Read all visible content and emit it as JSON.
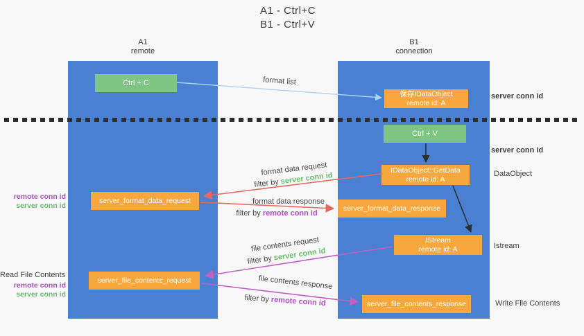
{
  "title": {
    "line1": "A1 - Ctrl+C",
    "line2": "B1 - Ctrl+V"
  },
  "lanes": {
    "a1": {
      "name": "A1",
      "role": "remote"
    },
    "b1": {
      "name": "B1",
      "role": "connection"
    }
  },
  "nodes": {
    "ctrl_c": {
      "label": "Ctrl + C"
    },
    "save_idataobject": {
      "line1": "保存IDataObject",
      "line2": "remote id: A"
    },
    "ctrl_v": {
      "label": "Ctrl + V"
    },
    "getdata": {
      "line1": "IDataObject::GetData",
      "line2": "remote id: A"
    },
    "format_request": {
      "label": "server_format_data_request"
    },
    "format_response": {
      "label": "server_format_data_response"
    },
    "istream": {
      "line1": "IStream",
      "line2": "remote id: A"
    },
    "file_request": {
      "label": "server_file_contents_request"
    },
    "file_response": {
      "label": "server_file_contents_response"
    }
  },
  "edge_labels": {
    "format_list": "format list",
    "format_data_request": "format data request",
    "format_data_response": "format data response",
    "file_contents_request": "file contents request",
    "file_contents_response": "file contents response",
    "filter_by": "filter by",
    "server_conn_id": "server conn id",
    "remote_conn_id": "remote conn id"
  },
  "side_labels": {
    "server_conn_id": "server conn id",
    "remote_conn_id": "remote conn id",
    "dataobject": "DataObject",
    "istream": "Istream",
    "read_file_contents": "Read File Contents",
    "write_file_contents": "Write File Contents"
  },
  "colors": {
    "lane_blue": "#4a80d2",
    "node_green": "#7ec482",
    "node_orange": "#f8a73e",
    "arrow_lightblue": "#aad4f0",
    "arrow_red": "#e9695e",
    "arrow_magenta": "#c45fc4",
    "arrow_black": "#2d2d2d",
    "text_green": "#67bd6a",
    "text_purple": "#ae4fc4"
  }
}
